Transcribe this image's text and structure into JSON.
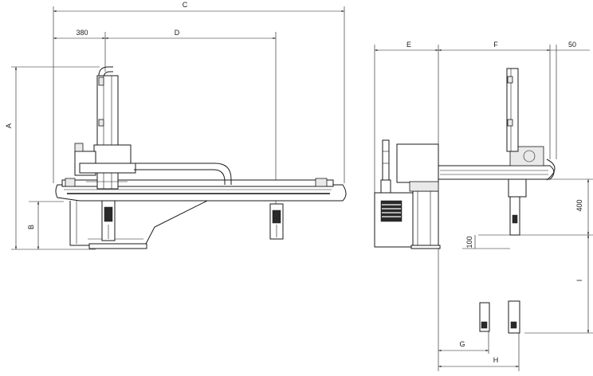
{
  "dimensions": {
    "C": "C",
    "d380": "380",
    "D": "D",
    "A": "A",
    "B": "B",
    "E": "E",
    "F": "F",
    "d50": "50",
    "d400": "400",
    "d100": "100",
    "I": "I",
    "G": "G",
    "H": "H"
  }
}
